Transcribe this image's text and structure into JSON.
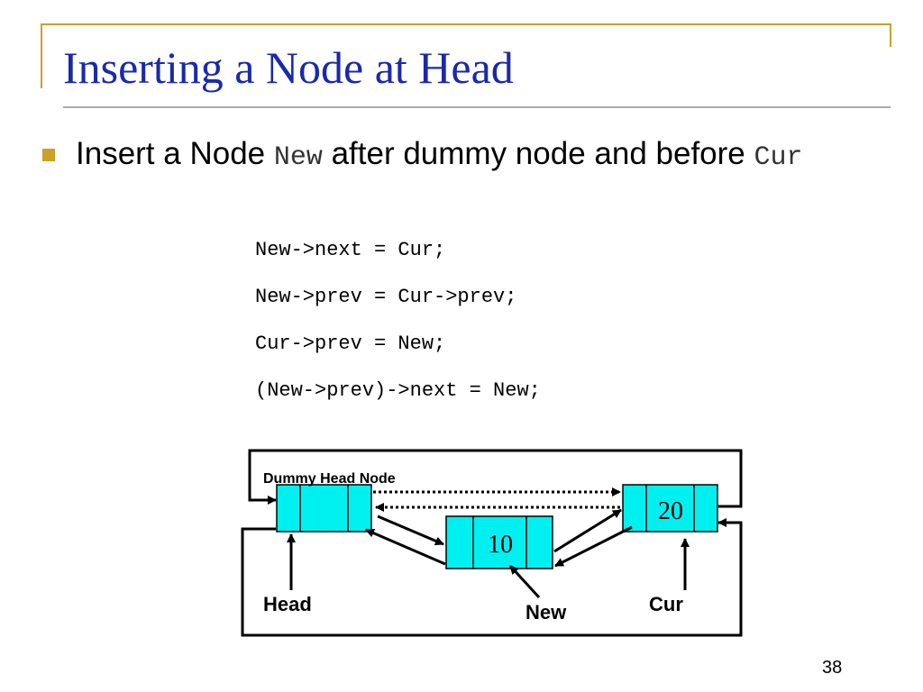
{
  "slide": {
    "title": "Inserting a Node at Head",
    "bullet": {
      "text_1": "Insert a Node ",
      "code_1": "New",
      "text_2": " after dummy node and before ",
      "code_2": "Cur"
    },
    "code_lines": [
      "New->next = Cur;",
      "New->prev = Cur->prev;",
      "Cur->prev = New;",
      "(New->prev)->next = New;"
    ],
    "page_number": "38",
    "accent_color": "#c9a227",
    "title_color": "#1a2aa8"
  },
  "diagram": {
    "dummy_label": "Dummy Head Node",
    "node_new_value": "10",
    "node_cur_value": "20",
    "label_head": "Head",
    "label_new": "New",
    "label_cur": "Cur",
    "node_fill": "#00f0f0"
  }
}
